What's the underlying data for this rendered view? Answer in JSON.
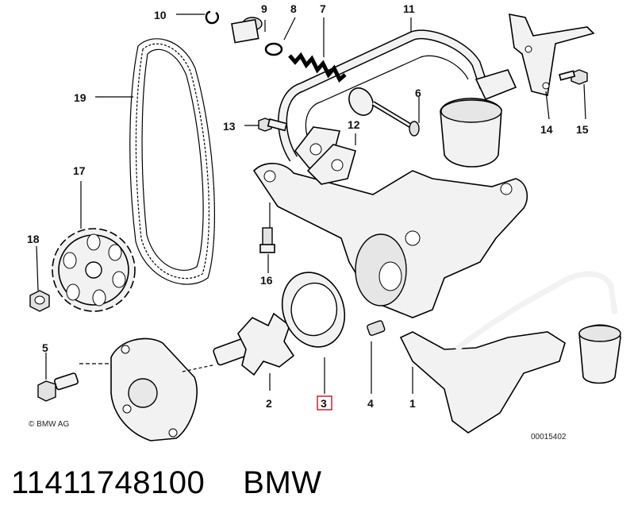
{
  "diagram": {
    "callouts": [
      "1",
      "2",
      "3",
      "4",
      "5",
      "6",
      "7",
      "8",
      "9",
      "10",
      "11",
      "12",
      "13",
      "14",
      "15",
      "16",
      "17",
      "18",
      "19"
    ],
    "highlighted_callout": "3",
    "highlight_color": "#d0202a",
    "copyright": "© BMW AG",
    "drawing_number": "00015402"
  },
  "caption": {
    "part_number": "11411748100",
    "brand": "BMW"
  }
}
